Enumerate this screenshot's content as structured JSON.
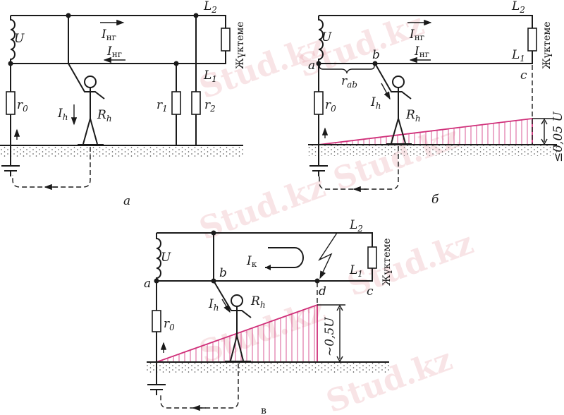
{
  "watermark": "Stud.kz",
  "colors": {
    "line": "#1a1a1a",
    "potential": "#d0307a"
  },
  "panels": {
    "a": {
      "caption": "а",
      "U": "U",
      "L2": {
        "m": "L",
        "s": "2"
      },
      "L1": {
        "m": "L",
        "s": "1"
      },
      "load": "Жүктеме",
      "I_forward": {
        "m": "I",
        "s": "нг"
      },
      "I_return": {
        "m": "I",
        "s": "нг"
      },
      "r0": {
        "m": "r",
        "s": "0"
      },
      "r1": {
        "m": "r",
        "s": "1"
      },
      "r2": {
        "m": "r",
        "s": "2"
      },
      "Ih": {
        "m": "I",
        "s": "h"
      },
      "Rh": {
        "m": "R",
        "s": "h"
      }
    },
    "b": {
      "caption": "б",
      "U": "U",
      "L2": {
        "m": "L",
        "s": "2"
      },
      "L1": {
        "m": "L",
        "s": "1"
      },
      "load": "Жүктеме",
      "I_forward": {
        "m": "I",
        "s": "нг"
      },
      "I_return": {
        "m": "I",
        "s": "нг"
      },
      "node_a": "a",
      "node_b": "b",
      "node_c": "c",
      "rab": {
        "m": "r",
        "s": "ab"
      },
      "r0": {
        "m": "r",
        "s": "0"
      },
      "Ih": {
        "m": "I",
        "s": "h"
      },
      "Rh": {
        "m": "R",
        "s": "h"
      },
      "voltage": "≤0,05 U",
      "voltage_fraction_of_U": 0.05
    },
    "c": {
      "caption": "в",
      "U": "U",
      "L2": {
        "m": "L",
        "s": "2"
      },
      "L1": {
        "m": "L",
        "s": "1"
      },
      "load": "Жүктеме",
      "Ik": {
        "m": "I",
        "s": "к"
      },
      "node_a": "a",
      "node_b": "b",
      "node_c": "c",
      "node_d": "d",
      "r0": {
        "m": "r",
        "s": "0"
      },
      "Ih": {
        "m": "I",
        "s": "h"
      },
      "Rh": {
        "m": "R",
        "s": "h"
      },
      "voltage": "~0,5U",
      "voltage_fraction_of_U": 0.5
    }
  }
}
